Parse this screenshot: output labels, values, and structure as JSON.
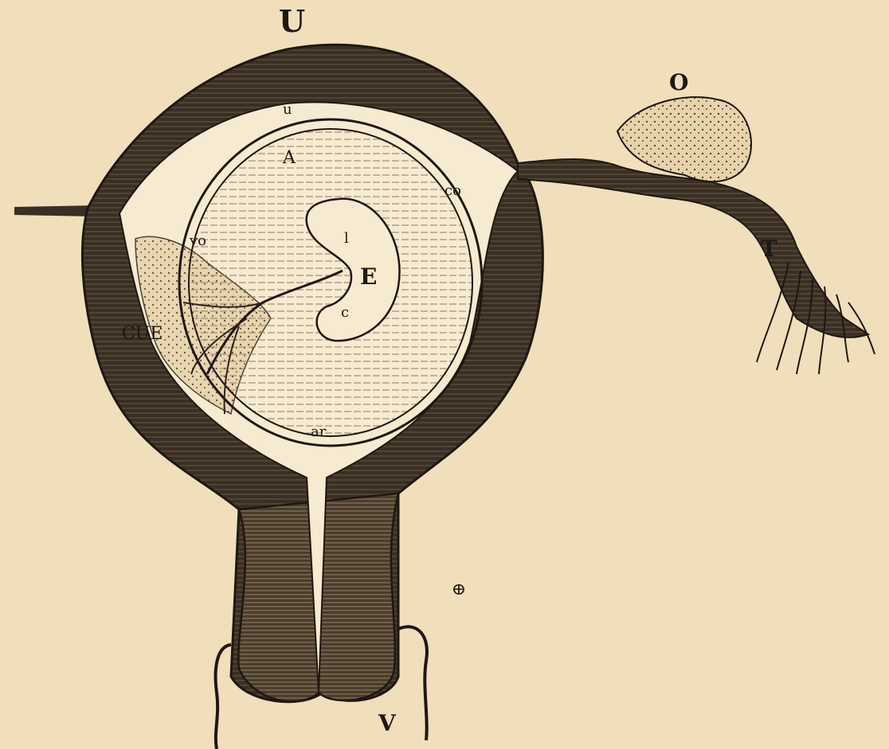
{
  "figure": {
    "labels": {
      "U": "U",
      "O": "O",
      "T": "T",
      "E": "E",
      "V": "V",
      "A": "A",
      "u": "u",
      "co": "co",
      "vo": "vo",
      "l": "l",
      "c": "c",
      "cue": "CUE",
      "ar": "ar"
    },
    "colors": {
      "paper": "#f1dfbb",
      "ink": "#1e1812",
      "muscle": "#2d241b",
      "cavity": "#f6ead0"
    }
  }
}
